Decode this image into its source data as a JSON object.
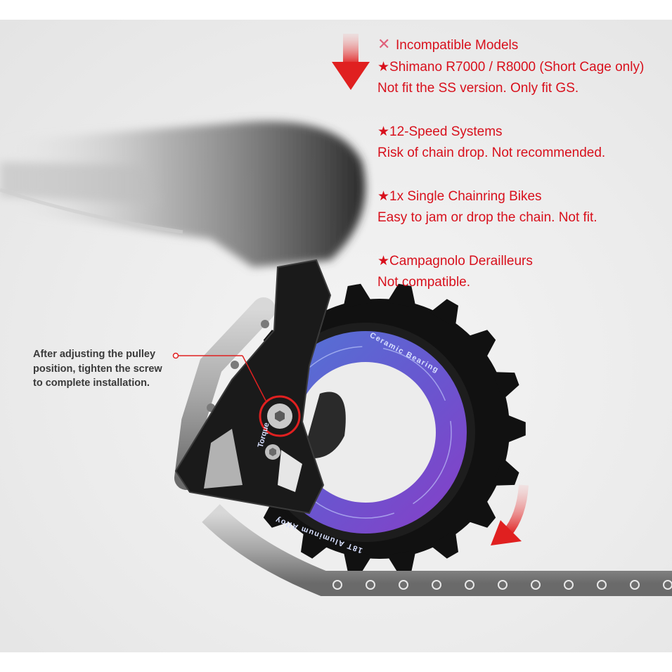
{
  "incompatible": {
    "icon": "cross-icon",
    "heading": "Incompatible Models",
    "items": [
      {
        "model": "★Shimano R7000 / R8000 (Short Cage only)",
        "note": "Not fit the SS version. Only fit GS."
      },
      {
        "model": "★12-Speed Systems",
        "note": "Risk of chain drop. Not recommended."
      },
      {
        "model": "★1x Single Chainring Bikes",
        "note": "Easy to jam or drop the chain. Not fit."
      },
      {
        "model": "★Campagnolo Derailleurs",
        "note": "Not compatible."
      }
    ]
  },
  "callout": {
    "lines": [
      "After adjusting the pulley",
      "position, tighten the screw",
      "to complete installation."
    ]
  },
  "pulley": {
    "ring_text_top": "Ceramic Bearing",
    "ring_text_bottom": "18T Aluminum Alloy",
    "ring_text_left": "Torque"
  },
  "colors": {
    "text_red": "#d8101c",
    "arrow_red": "#e02020",
    "ring_blue": "#4a6fc9",
    "ring_purple": "#7b3fc4",
    "callout_text": "#3a3a3a"
  }
}
